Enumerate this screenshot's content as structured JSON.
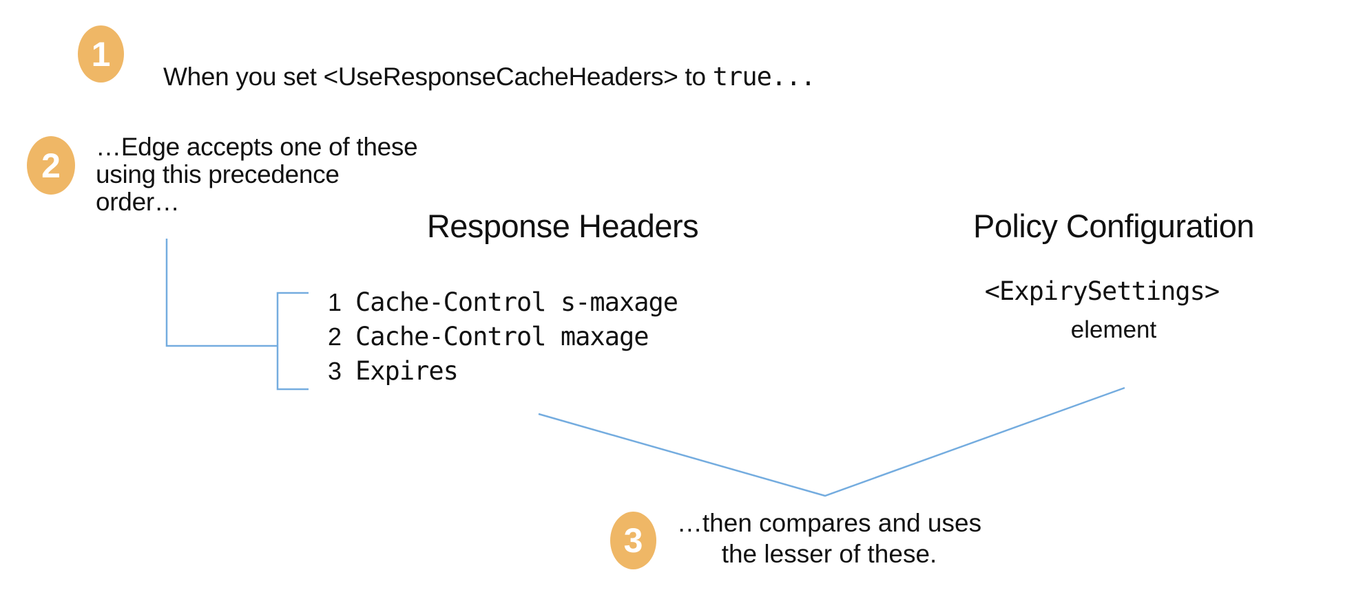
{
  "colors": {
    "badge_background": "#EFB766",
    "badge_number": "#FFFFFF",
    "connector_blue": "#74ACDF",
    "text": "#111111",
    "background": "#FFFFFF"
  },
  "steps": {
    "one": {
      "num": "1",
      "text_plain": "When you set <UseResponseCacheHeaders> to ",
      "text_code": "true..."
    },
    "two": {
      "num": "2",
      "text": "…Edge accepts one of these\nusing this precedence\norder…"
    },
    "three": {
      "num": "3",
      "text": "…then compares and uses\nthe lesser of these."
    }
  },
  "response_headers": {
    "title": "Response Headers",
    "items": [
      {
        "num": "1",
        "code": "Cache-Control s-maxage"
      },
      {
        "num": "2",
        "code": "Cache-Control maxage"
      },
      {
        "num": "3",
        "code": "Expires"
      }
    ]
  },
  "policy_configuration": {
    "title": "Policy Configuration",
    "code": "<ExpirySettings>",
    "label": "element"
  }
}
